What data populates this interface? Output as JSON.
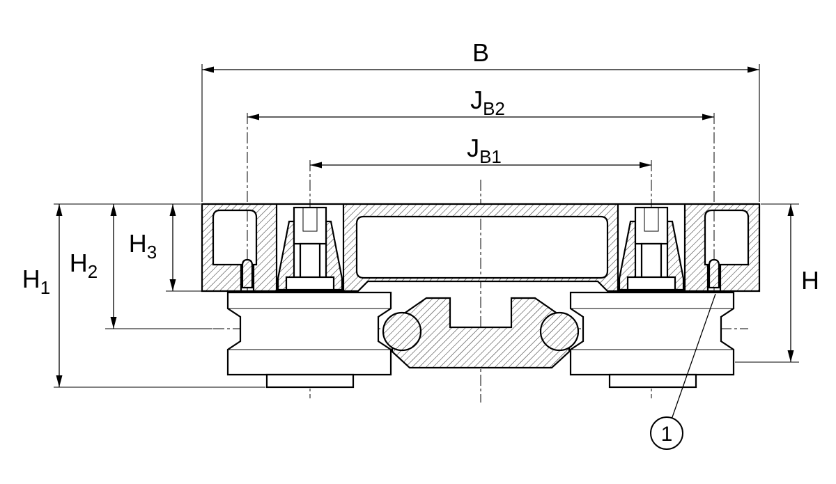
{
  "figure": {
    "background": "#ffffff",
    "line_color": "#000000",
    "description": "Sectional technical drawing of a track-roller linear guide carriage with dimension callouts"
  },
  "dimensions": {
    "B": {
      "main": "B",
      "sub": ""
    },
    "JB2": {
      "main": "J",
      "sub": "B2"
    },
    "JB1": {
      "main": "J",
      "sub": "B1"
    },
    "H1": {
      "main": "H",
      "sub": "1"
    },
    "H2": {
      "main": "H",
      "sub": "2"
    },
    "H3": {
      "main": "H",
      "sub": "3"
    },
    "H": {
      "main": "H",
      "sub": ""
    }
  },
  "callouts": [
    {
      "label": "1"
    }
  ]
}
